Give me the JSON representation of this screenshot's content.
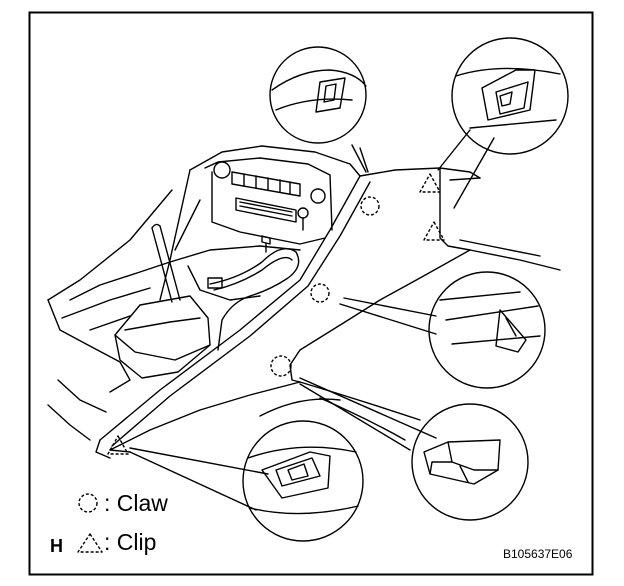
{
  "legend": {
    "claw": {
      "symbol": "dashed-circle-icon",
      "label": ": Claw"
    },
    "clip": {
      "symbol": "dashed-triangle-icon",
      "label": ": Clip"
    }
  },
  "figure_letter": "H",
  "figure_code": "B105637E06"
}
